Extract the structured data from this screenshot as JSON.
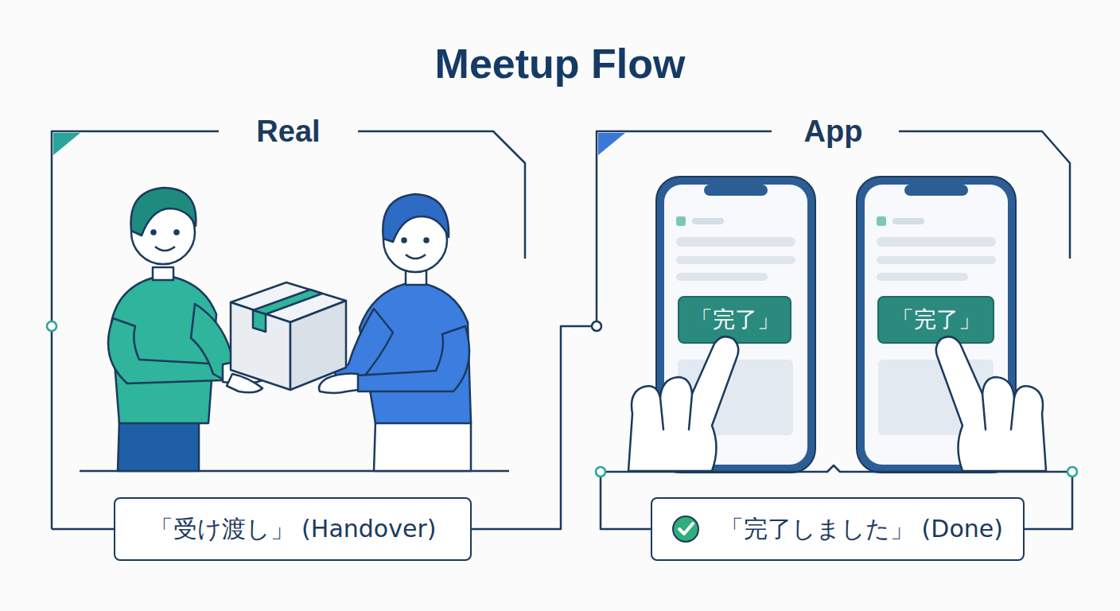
{
  "diagram": {
    "title": "Meetup Flow",
    "nodes": [
      {
        "text": [
          "Real"
        ]
      },
      {
        "text": [
          "App"
        ]
      },
      {
        "text": [
          "「完了」"
        ],
        "in": 1
      },
      {
        "text": [
          "「完了」"
        ],
        "in": 1
      },
      {
        "text": [
          "「受け渡し」 (Handover)"
        ]
      },
      {
        "text": [
          "「完了しました」 (Done)"
        ]
      }
    ],
    "edges": [
      {
        "from": 0,
        "to": 4,
        "arrow": "none"
      },
      {
        "from": 4,
        "to": 1,
        "arrow": "none"
      },
      {
        "from": 1,
        "to": 5,
        "arrow": "none"
      }
    ]
  }
}
